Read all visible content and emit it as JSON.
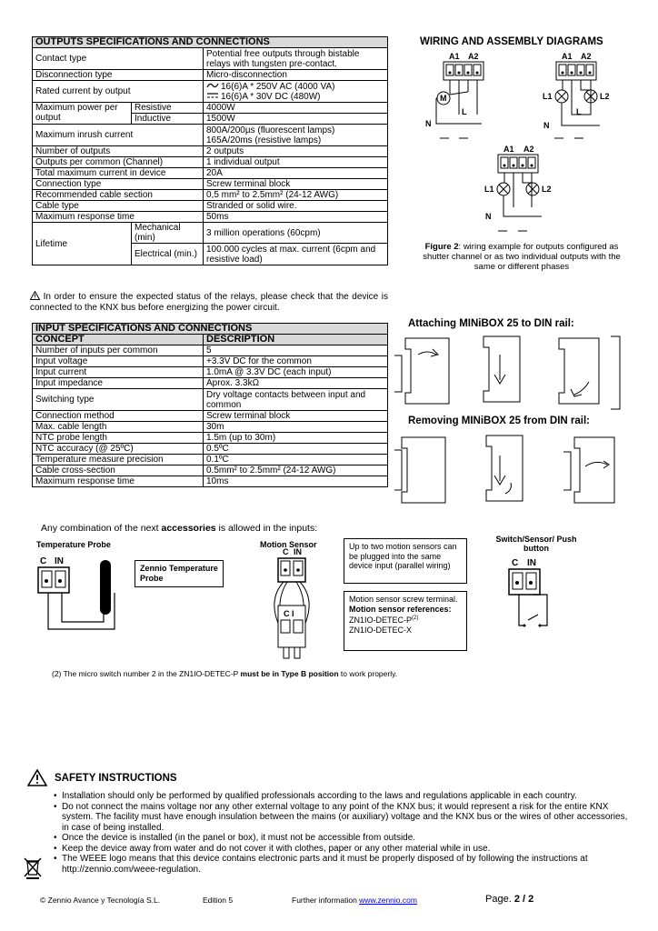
{
  "outputs": {
    "title": "OUTPUTS SPECIFICATIONS AND CONNECTIONS",
    "contact_type_l": "Contact type",
    "contact_type_v": "Potential free outputs through bistable relays with tungsten pre-contact.",
    "disconnection_l": "Disconnection type",
    "disconnection_v": "Micro-disconnection",
    "rated_l": "Rated current by output",
    "rated_ac": "16(6)A * 250V AC (4000 VA)",
    "rated_dc": "16(6)A * 30V DC (480W)",
    "maxpower_l": "Maximum power per output",
    "resistive_l": "Resistive",
    "resistive_v": "4000W",
    "inductive_l": "Inductive",
    "inductive_v": "1500W",
    "inrush_l": "Maximum inrush current",
    "inrush_v1": "800A/200µs (fluorescent lamps)",
    "inrush_v2": "165A/20ms (resistive lamps)",
    "num_l": "Number of outputs",
    "num_v": "2 outputs",
    "common_l": "Outputs per common (Channel)",
    "common_v": "1 individual output",
    "total_l": "Total maximum current in device",
    "total_v": "20A",
    "conn_l": "Connection type",
    "conn_v": "Screw terminal block",
    "cable_sec_l": "Recommended cable section",
    "cable_sec_v": "0,5 mm² to 2.5mm² (24-12 AWG)",
    "cable_type_l": "Cable type",
    "cable_type_v": "Stranded or solid wire.",
    "resp_l": "Maximum response time",
    "resp_v": "50ms",
    "life_l": "Lifetime",
    "mech_l": "Mechanical (min)",
    "mech_v": "3 million operations (60cpm)",
    "elec_l": "Electrical (min.)",
    "elec_v": "100.000 cycles at max. current (6cpm and resistive load)"
  },
  "warning_text": "In order to ensure the expected status of the relays, please check that the device is connected to the KNX bus before energizing the power circuit.",
  "inputs": {
    "title": "INPUT SPECIFICATIONS AND CONNECTIONS",
    "col1": "CONCEPT",
    "col2": "DESCRIPTION",
    "rows": [
      [
        "Number of inputs per common",
        "5"
      ],
      [
        "Input voltage",
        "+3.3V DC for the common"
      ],
      [
        "Input current",
        "1.0mA @ 3.3V DC (each input)"
      ],
      [
        "Input impedance",
        "Aprox. 3.3kΩ"
      ],
      [
        "Switching type",
        "Dry voltage contacts between input and common"
      ],
      [
        "Connection method",
        "Screw terminal block"
      ],
      [
        "Max. cable length",
        "30m"
      ],
      [
        "NTC probe length",
        "1.5m (up to 30m)"
      ],
      [
        "NTC accuracy (@ 25ºC)",
        "0.5ºC"
      ],
      [
        "Temperature measure precision",
        "0.1ºC"
      ],
      [
        "Cable cross-section",
        "0.5mm² to 2.5mm² (24-12 AWG)"
      ],
      [
        "Maximum response time",
        "10ms"
      ]
    ]
  },
  "wiring": {
    "title": "WIRING AND ASSEMBLY DIAGRAMS",
    "fig_label": "Figure 2",
    "fig_text": ": wiring example for outputs configured as shutter channel or as two individual outputs with the same or different phases",
    "a1": "A1",
    "a2": "A2",
    "m": "M",
    "l": "L",
    "n": "N",
    "l1": "L1",
    "l2": "L2"
  },
  "din": {
    "attach": "Attaching MINiBOX 25 to DIN rail:",
    "remove": "Removing MINiBOX 25 from DIN rail:"
  },
  "accessories": {
    "intro_pre": "Any combination of the next ",
    "intro_b": "accessories",
    "intro_post": " is allowed in the inputs:",
    "temp_title": "Temperature Probe",
    "temp_box": "Zennio Temperature Probe",
    "motion_title": "Motion Sensor",
    "switch_title": "Switch/Sensor/ Push button",
    "c": "C",
    "in": "IN",
    "ci": "C  I",
    "motion_box1": "Up to two motion sensors can be plugged into the same device input (parallel wiring)",
    "motion_box2": "Motion sensor screw terminal.",
    "motion_refs_l": "Motion sensor references:",
    "ref1": "ZN1IO-DETEC-P",
    "ref1_sup": "(2)",
    "ref2": "ZN1IO-DETEC-X"
  },
  "note": {
    "pre": "(2) The micro switch number 2 in the ZN1IO-DETEC-P ",
    "b": "must be in Type B position",
    "post": " to work properly."
  },
  "safety": {
    "title": "SAFETY INSTRUCTIONS",
    "items": [
      "Installation should only be performed by qualified professionals according to the laws and regulations applicable in each country.",
      "Do not connect the mains voltage nor any other external voltage to any point of the KNX bus; it would represent a risk for the entire KNX system. The facility must have enough insulation between the mains (or auxiliary) voltage and the KNX bus or the wires of other accessories, in case of being installed.",
      "Once the device is installed (in the panel or box), it must not be accessible from outside.",
      "Keep the device away from water and do not cover it with clothes, paper or any other material while in use.",
      "The WEEE logo means that this device contains electronic parts and it must be properly disposed of by following the instructions at http://zennio.com/weee-regulation."
    ]
  },
  "footer": {
    "company": "© Zennio Avance y Tecnología S.L.",
    "edition": "Edition 5",
    "info": "Further information ",
    "link": "www.zennio.com",
    "page_pre": "Page. ",
    "page_b": "2 / 2"
  },
  "icons": [
    "warning-icon",
    "weee-bin-icon",
    "ac-symbol-icon",
    "dc-symbol-icon",
    "motor-icon",
    "lamp-icon",
    "din-rail-icon"
  ]
}
